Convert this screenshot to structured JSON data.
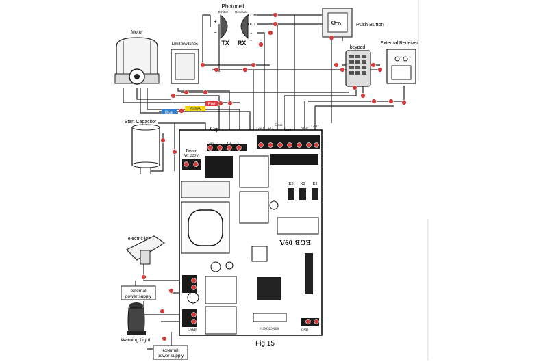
{
  "labels": {
    "photocell": "Photocell",
    "emitter": "Emitter",
    "receiver": "Receiver",
    "tx": "TX",
    "rx": "RX",
    "com": "COM",
    "out": "OUT",
    "push_button": "Push Button",
    "motor": "Motor",
    "limit_switches": "Limit Switches",
    "keypad": "keypad",
    "external_receiver": "External Receiver",
    "start_capacitor": "Start Capacitor",
    "electric_lock": "electric lock",
    "warning_light": "Warning Light",
    "ext_supply_1_line1": "external",
    "ext_supply_1_line2": "power supply",
    "ext_supply_2_line1": "external",
    "ext_supply_2_line2": "power supply",
    "fig": "Fig 15",
    "board_model": "EGB-09A",
    "power_line1": "Power",
    "power_line2": "AC 220V",
    "cap": "Cap",
    "com_t": "Com",
    "op": "OP",
    "cl": "CL",
    "gnd": "GND",
    "v12": "+12",
    "close": "Close",
    "open": "Open",
    "start": "Start",
    "gnd2": "GND",
    "k3": "K3",
    "k2": "K2",
    "k1": "K1",
    "lamp": "LAMP",
    "funciones": "FUNCIONES",
    "gnd3": "GND",
    "blue": "Blue",
    "yellow": "Yellow",
    "red": "Red"
  },
  "wire_colors": {
    "blue": "#2e7fd1",
    "yellow": "#f5d40a",
    "red": "#e33b3b",
    "marker": "#d63b3b"
  }
}
